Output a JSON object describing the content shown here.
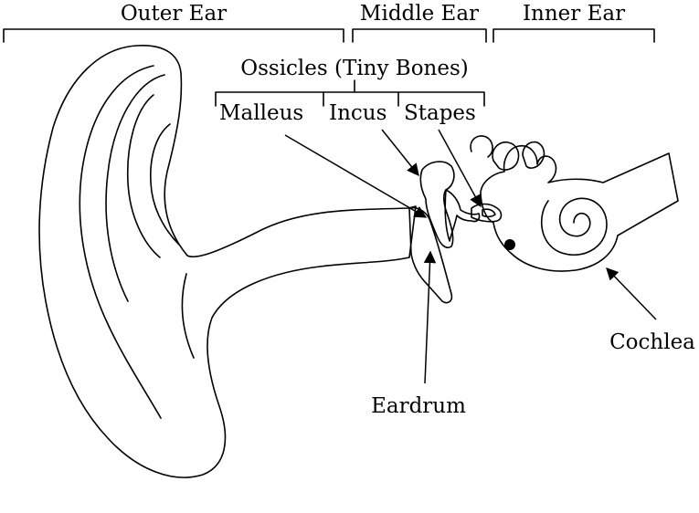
{
  "labels": {
    "outer_ear": "Outer Ear",
    "middle_ear": "Middle Ear",
    "inner_ear": "Inner Ear",
    "ossicles": "Ossicles (Tiny Bones)",
    "malleus": "Malleus",
    "incus": "Incus",
    "stapes": "Stapes",
    "eardrum": "Eardrum",
    "cochlea": "Cochlea"
  },
  "colors": {
    "outer_ear": "#f7a8c4",
    "eardrum": "#f9ac7e",
    "ossicles": "#f0e6b0",
    "inner_ear": "#c7c3e6",
    "outline": "#000000"
  }
}
